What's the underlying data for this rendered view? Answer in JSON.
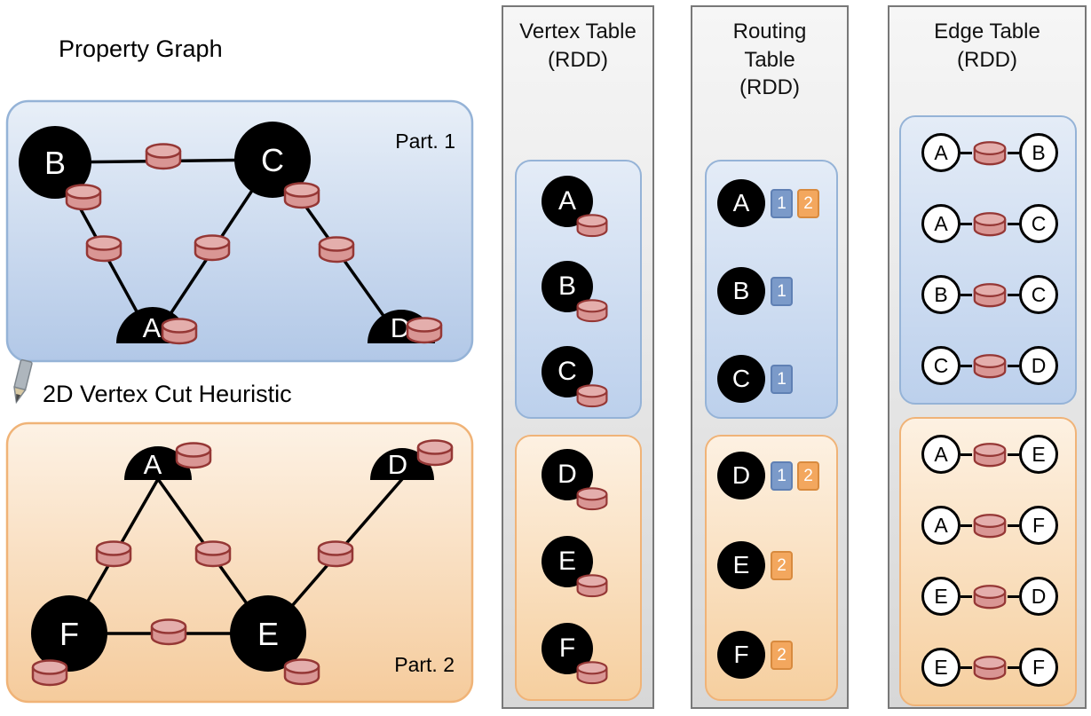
{
  "graph": {
    "title": "Property Graph",
    "annotation": "2D Vertex Cut Heuristic",
    "part1": {
      "label": "Part. 1",
      "vertices": [
        "B",
        "C",
        "A",
        "D"
      ],
      "vertex_types": [
        "full",
        "full",
        "half",
        "half"
      ],
      "edges": [
        [
          "B",
          "C"
        ],
        [
          "B",
          "A"
        ],
        [
          "C",
          "A"
        ],
        [
          "C",
          "D"
        ]
      ]
    },
    "part2": {
      "label": "Part. 2",
      "vertices": [
        "A",
        "D",
        "F",
        "E"
      ],
      "vertex_types": [
        "half",
        "half",
        "full",
        "full"
      ],
      "edges": [
        [
          "A",
          "F"
        ],
        [
          "A",
          "E"
        ],
        [
          "D",
          "E"
        ],
        [
          "F",
          "E"
        ]
      ]
    }
  },
  "vertex_table": {
    "title": [
      "Vertex Table",
      "(RDD)"
    ],
    "part1": [
      "A",
      "B",
      "C"
    ],
    "part2": [
      "D",
      "E",
      "F"
    ]
  },
  "routing_table": {
    "title": [
      "Routing",
      "Table",
      "(RDD)"
    ],
    "part1": [
      {
        "vertex": "A",
        "badges": [
          {
            "label": "1",
            "color": "blue"
          },
          {
            "label": "2",
            "color": "orange"
          }
        ]
      },
      {
        "vertex": "B",
        "badges": [
          {
            "label": "1",
            "color": "blue"
          }
        ]
      },
      {
        "vertex": "C",
        "badges": [
          {
            "label": "1",
            "color": "blue"
          }
        ]
      }
    ],
    "part2": [
      {
        "vertex": "D",
        "badges": [
          {
            "label": "1",
            "color": "blue"
          },
          {
            "label": "2",
            "color": "orange"
          }
        ]
      },
      {
        "vertex": "E",
        "badges": [
          {
            "label": "2",
            "color": "orange"
          }
        ]
      },
      {
        "vertex": "F",
        "badges": [
          {
            "label": "2",
            "color": "orange"
          }
        ]
      }
    ]
  },
  "edge_table": {
    "title": [
      "Edge Table",
      "(RDD)"
    ],
    "part1": [
      {
        "src": "A",
        "dst": "B"
      },
      {
        "src": "A",
        "dst": "C"
      },
      {
        "src": "B",
        "dst": "C"
      },
      {
        "src": "C",
        "dst": "D"
      }
    ],
    "part2": [
      {
        "src": "A",
        "dst": "E"
      },
      {
        "src": "A",
        "dst": "F"
      },
      {
        "src": "E",
        "dst": "D"
      },
      {
        "src": "E",
        "dst": "F"
      }
    ]
  },
  "colors": {
    "partition1_fill": "#bcd0ec",
    "partition1_border": "#95b3d7",
    "partition2_fill": "#f6cf9f",
    "partition2_border": "#f0b377",
    "cylinder_fill": "#d99694",
    "cylinder_border": "#953735",
    "badge_blue": "#7b9ac9",
    "badge_orange": "#f3a75e",
    "table_bg": "#e3e3e3",
    "vertex_fill": "#000000"
  }
}
